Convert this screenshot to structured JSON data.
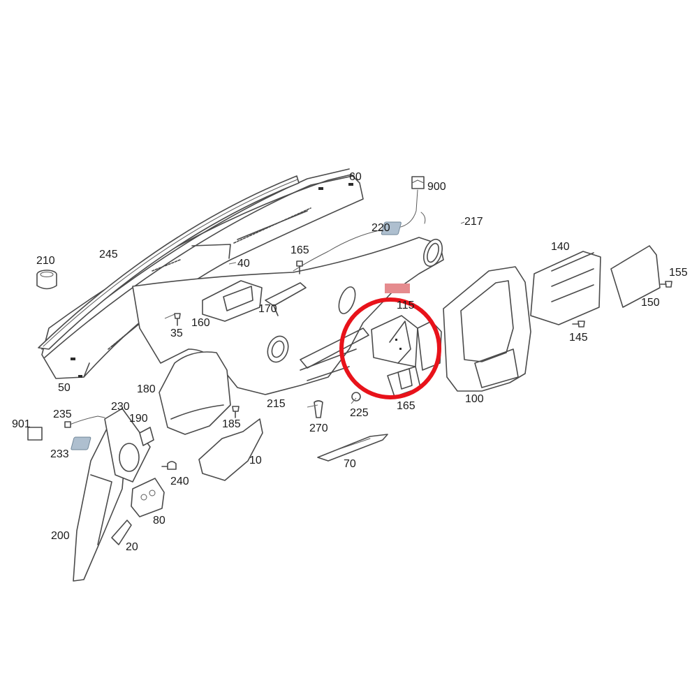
{
  "diagram": {
    "highlight_color": "#e8121a",
    "marker_color": "#e58b8e",
    "labels": [
      "60",
      "900",
      "217",
      "220",
      "210",
      "245",
      "165",
      "40",
      "140",
      "155",
      "115",
      "170",
      "160",
      "35",
      "150",
      "145",
      "50",
      "180",
      "215",
      "100",
      "901",
      "235",
      "230",
      "190",
      "185",
      "225",
      "165",
      "270",
      "233",
      "10",
      "70",
      "240",
      "80",
      "200",
      "20"
    ]
  }
}
